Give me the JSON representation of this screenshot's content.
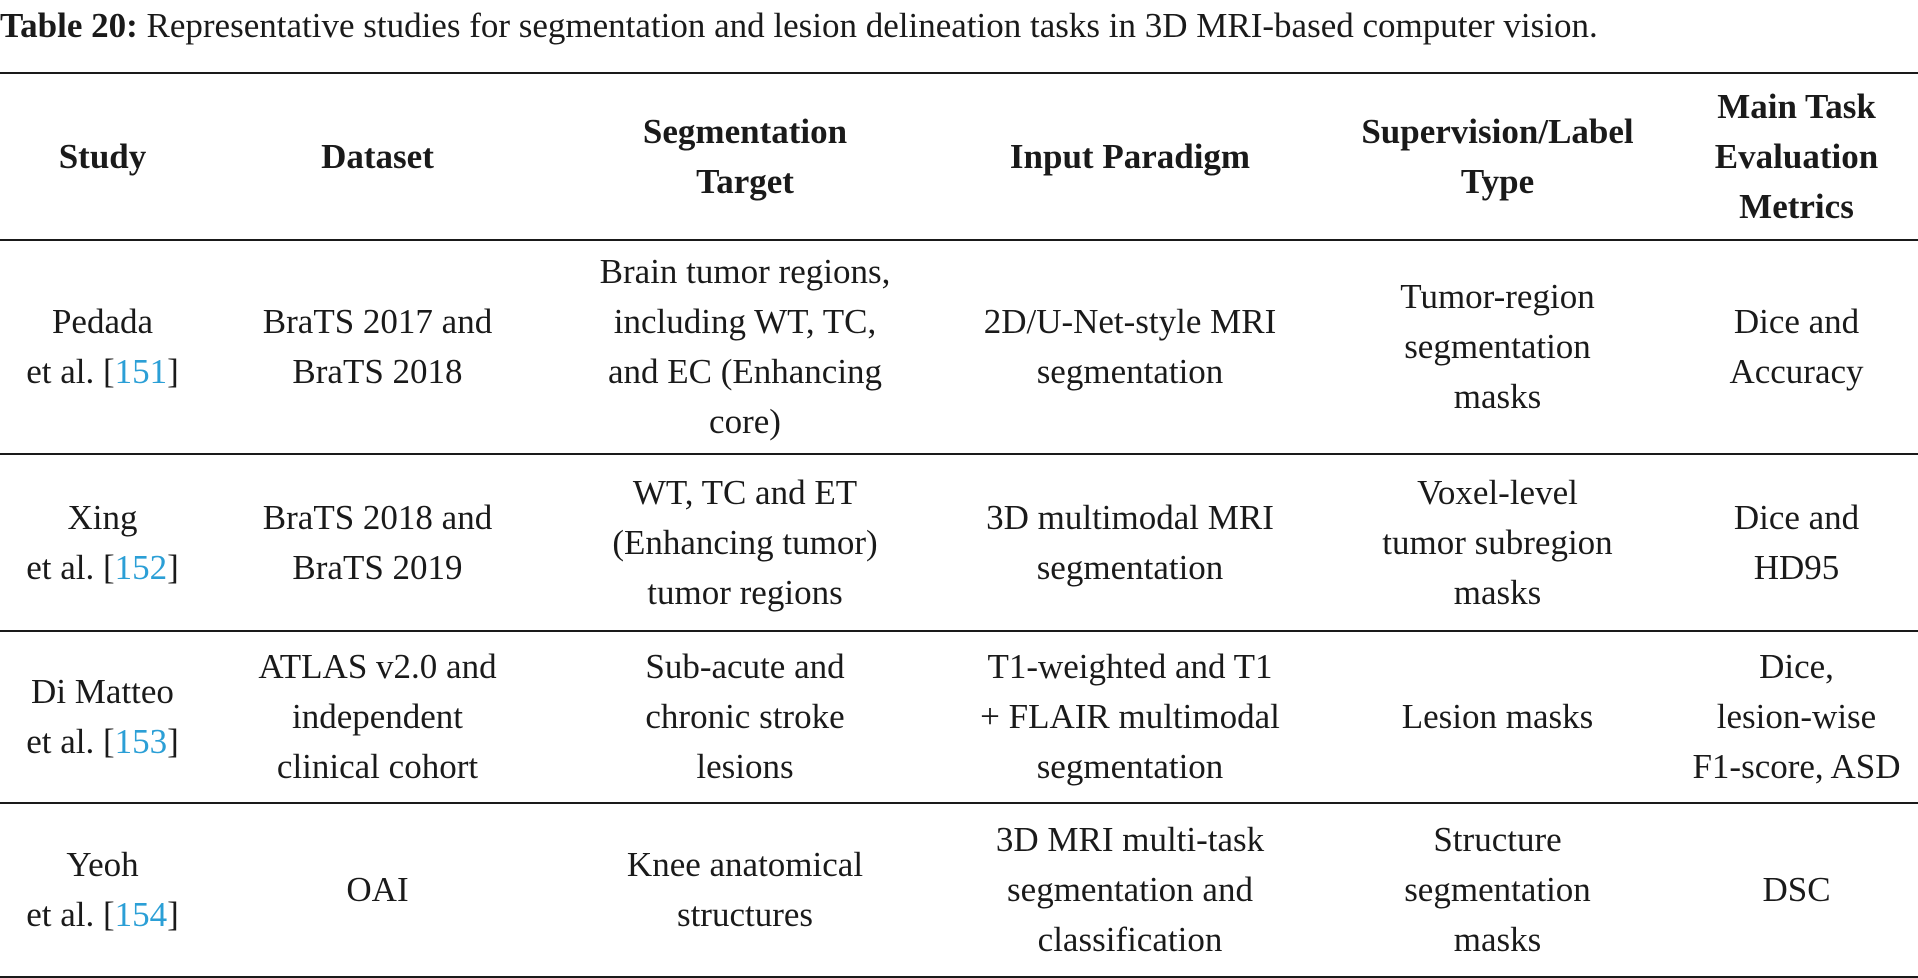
{
  "caption": {
    "label": "Table 20:",
    "text": " Representative studies for segmentation and lesion delineation tasks in 3D MRI-based computer vision."
  },
  "table": {
    "headers": [
      [
        "Study"
      ],
      [
        "Dataset"
      ],
      [
        "Segmentation",
        "Target"
      ],
      [
        "Input Paradigm"
      ],
      [
        "Supervision/Label",
        "Type"
      ],
      [
        "Main Task",
        "Evaluation",
        "Metrics"
      ]
    ],
    "rows": [
      {
        "study": {
          "name": "Pedada",
          "prefix": "et al. [",
          "ref": "151",
          "suffix": "]"
        },
        "dataset": [
          "BraTS 2017 and",
          "BraTS 2018"
        ],
        "target": [
          "Brain tumor regions,",
          "including WT, TC,",
          "and EC (Enhancing",
          "core)"
        ],
        "input": [
          "2D/U-Net-style MRI",
          "segmentation"
        ],
        "supervision": [
          "Tumor-region",
          "segmentation",
          "masks"
        ],
        "metrics": [
          "Dice and",
          "Accuracy"
        ]
      },
      {
        "study": {
          "name": "Xing",
          "prefix": "et al. [",
          "ref": "152",
          "suffix": "]"
        },
        "dataset": [
          "BraTS 2018 and",
          "BraTS 2019"
        ],
        "target": [
          "WT, TC and ET",
          "(Enhancing tumor)",
          "tumor regions"
        ],
        "input": [
          "3D multimodal MRI",
          "segmentation"
        ],
        "supervision": [
          "Voxel-level",
          "tumor subregion",
          "masks"
        ],
        "metrics": [
          "Dice and",
          "HD95"
        ]
      },
      {
        "study": {
          "name": "Di Matteo",
          "prefix": "et al. [",
          "ref": "153",
          "suffix": "]"
        },
        "dataset": [
          "ATLAS v2.0 and",
          "independent",
          "clinical cohort"
        ],
        "target": [
          "Sub-acute and",
          "chronic stroke",
          "lesions"
        ],
        "input": [
          "T1-weighted and T1",
          "+ FLAIR multimodal",
          "segmentation"
        ],
        "supervision": [
          "Lesion masks"
        ],
        "metrics": [
          "Dice,",
          "lesion-wise",
          "F1-score, ASD"
        ]
      },
      {
        "study": {
          "name": "Yeoh",
          "prefix": "et al. [",
          "ref": "154",
          "suffix": "]"
        },
        "dataset": [
          "OAI"
        ],
        "target": [
          "Knee anatomical",
          "structures"
        ],
        "input": [
          "3D MRI multi-task",
          "segmentation and",
          "classification"
        ],
        "supervision": [
          "Structure",
          "segmentation",
          "masks"
        ],
        "metrics": [
          "DSC"
        ]
      }
    ]
  },
  "colors": {
    "text": "#1a1a1a",
    "reference_link": "#2b9fd6",
    "rule": "#1a1a1a"
  }
}
